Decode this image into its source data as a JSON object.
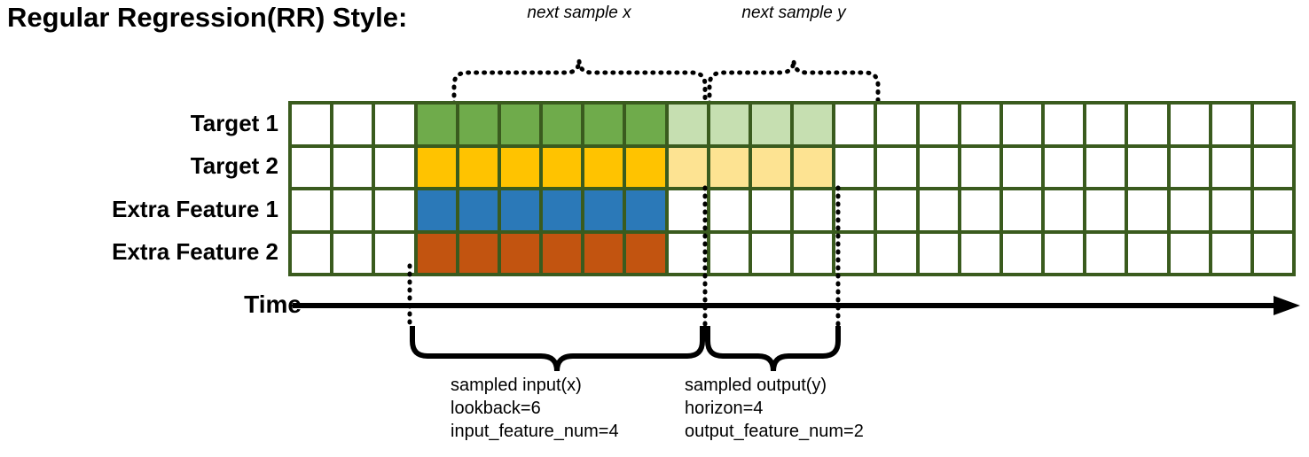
{
  "title": "Regular Regression(RR) Style:",
  "annotations": {
    "next_sample_x": "next sample x",
    "next_sample_y": "next sample y"
  },
  "rows": [
    {
      "label": "Target 1",
      "key": "target-1"
    },
    {
      "label": "Target 2",
      "key": "target-2"
    },
    {
      "label": "Extra Feature 1",
      "key": "extra-feature-1"
    },
    {
      "label": "Extra Feature 2",
      "key": "extra-feature-2"
    }
  ],
  "axis": {
    "label": "Time"
  },
  "captions": {
    "input": {
      "line1": "sampled input(x)",
      "line2": "lookback=6",
      "line3": "input_feature_num=4"
    },
    "output": {
      "line1": "sampled output(y)",
      "line2": "horizon=4",
      "line3": "output_feature_num=2"
    }
  },
  "chart_data": {
    "type": "heatmap",
    "title": "Regular Regression(RR) Style:",
    "columns": 24,
    "rows": 4,
    "row_labels": [
      "Target 1",
      "Target 2",
      "Extra Feature 1",
      "Extra Feature 2"
    ],
    "xlabel": "Time",
    "ylabel": "",
    "grid": true,
    "legend_position": "none",
    "lookback": 6,
    "horizon": 4,
    "input_feature_num": 4,
    "output_feature_num": 2,
    "input_start_col": 3,
    "input_end_col": 8,
    "output_start_col": 9,
    "output_end_col": 12,
    "colors": {
      "grid_border": "#3A5B1E",
      "empty": "#FFFFFF",
      "target_1_input": "#6FAB4B",
      "target_1_output": "#C6DFB1",
      "target_2_input": "#FFC300",
      "target_2_output": "#FDE392",
      "extra_feature_1": "#2B79B8",
      "extra_feature_2": "#C25410",
      "annotation": "#000000"
    },
    "cells": [
      [
        "white",
        "white",
        "white",
        "green",
        "green",
        "green",
        "green",
        "green",
        "green",
        "green-light",
        "green-light",
        "green-light",
        "green-light",
        "white",
        "white",
        "white",
        "white",
        "white",
        "white",
        "white",
        "white",
        "white",
        "white",
        "white"
      ],
      [
        "white",
        "white",
        "white",
        "yellow",
        "yellow",
        "yellow",
        "yellow",
        "yellow",
        "yellow",
        "yellow-light",
        "yellow-light",
        "yellow-light",
        "yellow-light",
        "white",
        "white",
        "white",
        "white",
        "white",
        "white",
        "white",
        "white",
        "white",
        "white",
        "white"
      ],
      [
        "white",
        "white",
        "white",
        "blue",
        "blue",
        "blue",
        "blue",
        "blue",
        "blue",
        "white",
        "white",
        "white",
        "white",
        "white",
        "white",
        "white",
        "white",
        "white",
        "white",
        "white",
        "white",
        "white",
        "white",
        "white"
      ],
      [
        "white",
        "white",
        "white",
        "orange",
        "orange",
        "orange",
        "orange",
        "orange",
        "orange",
        "white",
        "white",
        "white",
        "white",
        "white",
        "white",
        "white",
        "white",
        "white",
        "white",
        "white",
        "white",
        "white",
        "white",
        "white"
      ]
    ]
  }
}
